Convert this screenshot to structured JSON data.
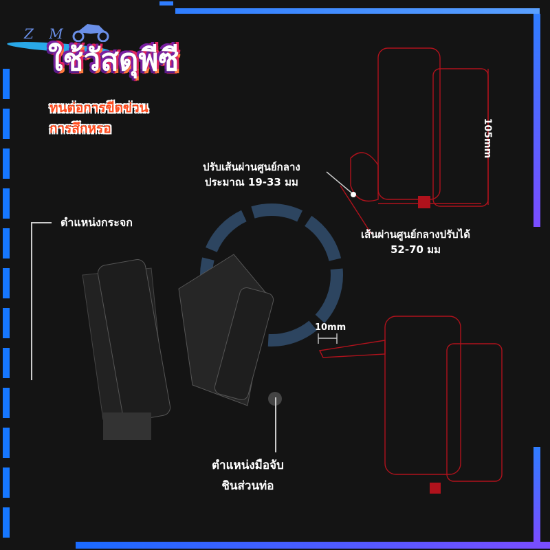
{
  "logo": {
    "text": "Z M",
    "icon": "motorcycle-icon"
  },
  "headline": "ใช้วัสดุพีซี",
  "subheadline": [
    "ทนต่อการขีดข่วน",
    "การสึกหรอ"
  ],
  "callouts": {
    "adjust_diameter": [
      "ปรับเส้นผ่านศูนย์กลาง",
      "ประมาณ 19-33 มม"
    ],
    "center_diameter": [
      "เส้นผ่านศูนย์กลางปรับได้",
      "52-70 มม"
    ],
    "height": "105mm",
    "offset": "10mm",
    "mirror_position": "ตำแหน่งกระจก",
    "handle_position": [
      "ตำแหน่งมือจับ",
      "ชินส่วนท่อ"
    ]
  },
  "colors": {
    "accent": "#1677ff",
    "drawing": "#b0121c",
    "headline_gradient": [
      "#5a1b8a",
      "#e0245e",
      "#ff7a3d"
    ],
    "sub": "#ff4a1c"
  }
}
